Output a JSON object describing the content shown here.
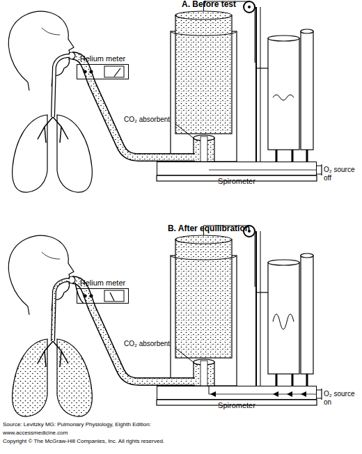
{
  "diagram": {
    "nodes": [
      {
        "text": [
          "Helium meter"
        ]
      },
      {
        "text": [
          "Spirometer"
        ]
      },
      {
        "text": [
          "Helium meter"
        ]
      },
      {
        "text": [
          "Spirometer"
        ]
      }
    ],
    "labels": [
      "A. Before test",
      "CO₂ absorbent",
      "O₂ source off",
      "B. After equilibration",
      "CO₂ absorbent",
      "O₂ source on",
      "Source: Levitzky MG: Pulmonary Physiology, Eighth Edition: www.accessmedicine.com",
      "Copyright © The McGraw-Hill Companies, Inc. All rights reserved."
    ]
  }
}
